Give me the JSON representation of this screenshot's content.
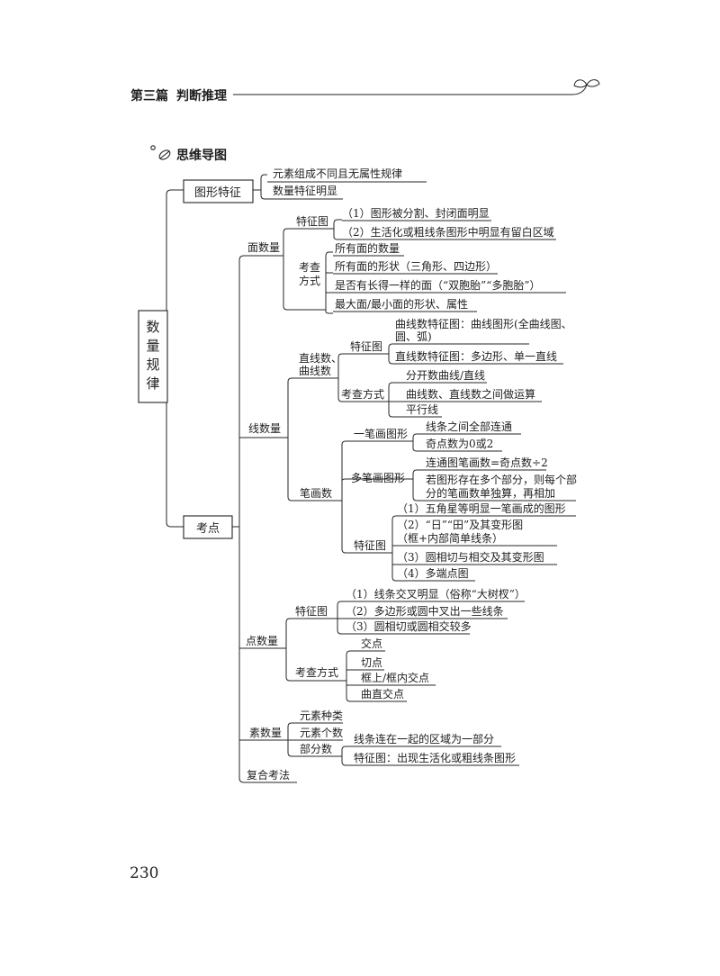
{
  "header": {
    "section": "第三篇",
    "title": "判断推理"
  },
  "mindmap_title": "思维导图",
  "root": "数量规律",
  "n": {
    "txzz": "图形特征",
    "txzz_1": "元素组成不同且无属性规律",
    "txzz_2": "数量特征明显",
    "kd": "考点",
    "msl": "面数量",
    "msl_tzt": "特征图",
    "msl_tzt_1": "（1）图形被分割、封闭面明显",
    "msl_tzt_2": "（2）生活化或粗线条图形中明显有留白区域",
    "msl_kcfs_a": "考查",
    "msl_kcfs_b": "方式",
    "msl_k1": "所有面的数量",
    "msl_k2": "所有面的形状（三角形、四边形）",
    "msl_k3": "是否有长得一样的面（“双胞胎”“多胞胎”）",
    "msl_k4": "最大面/最小面的形状、属性",
    "xsl": "线数量",
    "zxs_a": "直线数、",
    "zxs_b": "曲线数",
    "zxs_tzt": "特征图",
    "zxs_t1a": "曲线数特征图：曲线图形(全曲线图、",
    "zxs_t1b": "圆、弧)",
    "zxs_t2": "直线数特征图：多边形、单一直线",
    "zxs_kcfs": "考查方式",
    "zxs_k1": "分开数曲线/直线",
    "zxs_k2": "曲线数、直线数之间做运算",
    "zxs_k3": "平行线",
    "bhs": "笔画数",
    "ybh": "一笔画图形",
    "ybh_1": "线条之间全部连通",
    "ybh_2": "奇点数为0或2",
    "dbh": "多笔画图形",
    "dbh_1": "连通图笔画数=奇点数÷2",
    "dbh_2a": "若图形存在多个部分，则每个部",
    "dbh_2b": "分的笔画数单独算，再相加",
    "bh_tzt": "特征图",
    "bh_t1": "（1）五角星等明显一笔画成的图形",
    "bh_t2a": "（2）“日”“田”及其变形图",
    "bh_t2b": "（框+内部简单线条）",
    "bh_t3": "（3）圆相切与相交及其变形图",
    "bh_t4": "（4）多端点图",
    "dsl": "点数量",
    "dsl_tzt": "特征图",
    "dsl_t1": "（1）线条交叉明显（俗称“大树杈”）",
    "dsl_t2": "（2）多边形或圆中叉出一些线条",
    "dsl_t3": "（3）圆相切或圆相交较多",
    "dsl_kcfs": "考查方式",
    "dsl_k1": "交点",
    "dsl_k2": "切点",
    "dsl_k3": "框上/框内交点",
    "dsl_k4": "曲直交点",
    "ssl": "素数量",
    "ssl_1": "元素种类",
    "ssl_2": "元素个数",
    "ssl_3": "部分数",
    "ssl_3a": "线条连在一起的区域为一部分",
    "ssl_3b": "特征图：出现生活化或粗线条图形",
    "fhkf": "复合考法"
  },
  "page_number": "230"
}
